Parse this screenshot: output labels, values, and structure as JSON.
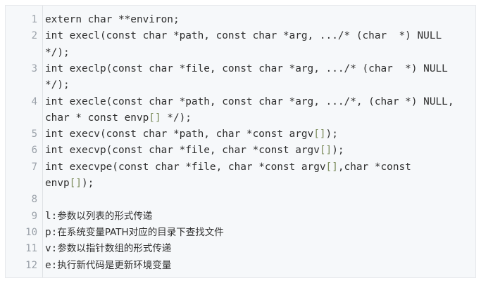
{
  "lines": [
    {
      "num": "1",
      "rows": [
        [
          {
            "t": "extern char **environ;"
          }
        ]
      ]
    },
    {
      "num": "2",
      "rows": [
        [
          {
            "t": "int execl(const char *path, const char *arg, .../* (char  *) NULL"
          }
        ],
        [
          {
            "t": "*/);"
          }
        ]
      ]
    },
    {
      "num": "3",
      "rows": [
        [
          {
            "t": "int execlp(const char *file, const char *arg, .../* (char  *) NULL"
          }
        ],
        [
          {
            "t": "*/);"
          }
        ]
      ]
    },
    {
      "num": "4",
      "rows": [
        [
          {
            "t": "int execle(const char *path, const char *arg, .../*, (char *) NULL,"
          }
        ],
        [
          {
            "t": "char * const envp"
          },
          {
            "t": "[]",
            "b": 1
          },
          {
            "t": " */);"
          }
        ]
      ]
    },
    {
      "num": "5",
      "rows": [
        [
          {
            "t": "int execv(const char *path, char *const argv"
          },
          {
            "t": "[]",
            "b": 1
          },
          {
            "t": ");"
          }
        ]
      ]
    },
    {
      "num": "6",
      "rows": [
        [
          {
            "t": "int execvp(const char *file, char *const argv"
          },
          {
            "t": "[]",
            "b": 1
          },
          {
            "t": ");"
          }
        ]
      ]
    },
    {
      "num": "7",
      "rows": [
        [
          {
            "t": "int execvpe(const char *file, char *const argv"
          },
          {
            "t": "[]",
            "b": 1
          },
          {
            "t": ",char *const"
          }
        ],
        [
          {
            "t": "envp"
          },
          {
            "t": "[]",
            "b": 1
          },
          {
            "t": ");"
          }
        ]
      ]
    },
    {
      "num": "8",
      "rows": [
        [
          {
            "t": ""
          }
        ]
      ]
    },
    {
      "num": "9",
      "rows": [
        [
          {
            "t": "l:"
          },
          {
            "t": "参数以列表的形式传递",
            "cn": 1
          }
        ]
      ]
    },
    {
      "num": "10",
      "rows": [
        [
          {
            "t": "p:"
          },
          {
            "t": "在系统变量PATH对应的目录下查找文件",
            "cn": 1
          }
        ]
      ]
    },
    {
      "num": "11",
      "rows": [
        [
          {
            "t": "v:"
          },
          {
            "t": "参数以指针数组的形式传递",
            "cn": 1
          }
        ]
      ]
    },
    {
      "num": "12",
      "rows": [
        [
          {
            "t": "e:"
          },
          {
            "t": "执行新代码是更新环境变量",
            "cn": 1
          }
        ]
      ]
    }
  ]
}
